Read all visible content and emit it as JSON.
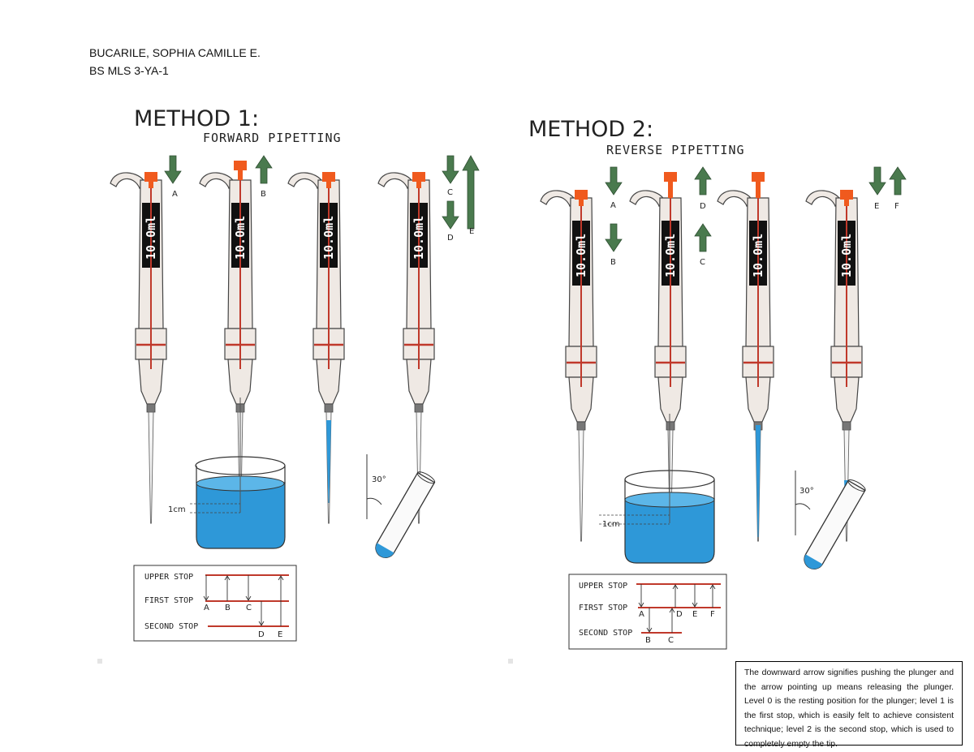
{
  "header": {
    "name": "BUCARILE, SOPHIA CAMILLE E.",
    "section": "BS MLS 3-YA-1"
  },
  "method1": {
    "title": "METHOD 1:",
    "subtitle": "FORWARD PIPETTING",
    "volume": "10.0ml",
    "arrow_labels": [
      "A",
      "B",
      "C",
      "D",
      "E"
    ],
    "depth_label": "1cm",
    "angle_label": "30°",
    "stops": [
      "UPPER STOP",
      "FIRST STOP",
      "SECOND STOP"
    ],
    "stop_letters": [
      "A",
      "B",
      "C",
      "D",
      "E"
    ]
  },
  "method2": {
    "title": "METHOD 2:",
    "subtitle": "REVERSE PIPETTING",
    "volume": "10.0ml",
    "arrow_labels": [
      "A",
      "B",
      "C",
      "D",
      "E",
      "F"
    ],
    "depth_label": "1cm",
    "angle_label": "30°",
    "stops": [
      "UPPER STOP",
      "FIRST STOP",
      "SECOND STOP"
    ],
    "stop_letters": [
      "A",
      "B",
      "C",
      "D",
      "E",
      "F"
    ]
  },
  "note": "The downward arrow signifies pushing the plunger and the arrow pointing up means releasing the plunger. Level 0 is the resting position for the plunger; level 1 is the first stop, which is easily felt to achieve consistent technique; level 2 is the second stop, which is used to completely empty the tip.",
  "colors": {
    "arrow": "#4a7a4e",
    "plunger": "#f05a1e",
    "liquid": "#2e98d8",
    "line": "#c0392b",
    "body": "#efe9e4"
  }
}
